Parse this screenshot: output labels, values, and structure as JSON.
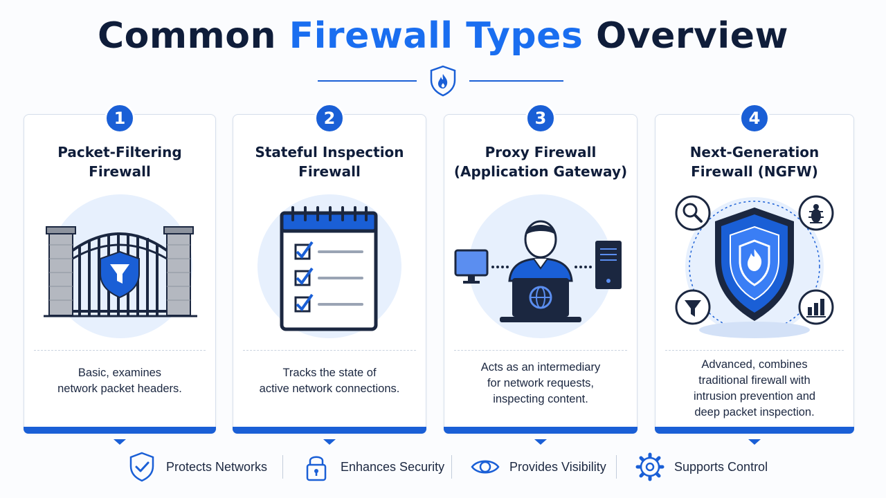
{
  "header": {
    "title_part1": "Common ",
    "title_accent": "Firewall Types",
    "title_part3": " Overview"
  },
  "colors": {
    "accent": "#1a6ef0",
    "brand_blue": "#1a5fd6",
    "navy": "#0f1d3a"
  },
  "cards": [
    {
      "number": "1",
      "title_line1": "Packet-Filtering",
      "title_line2": "Firewall",
      "desc_lines": [
        "Basic, examines",
        "network packet headers."
      ],
      "icon": "gate-with-funnel-shield-icon"
    },
    {
      "number": "2",
      "title_line1": "Stateful Inspection",
      "title_line2": "Firewall",
      "desc_lines": [
        "Tracks the state of",
        "active network connections."
      ],
      "icon": "checklist-notepad-icon"
    },
    {
      "number": "3",
      "title_line1": "Proxy Firewall",
      "title_line2": "(Application Gateway)",
      "desc_lines": [
        "Acts as an intermediary",
        "for network requests,",
        "inspecting content."
      ],
      "icon": "proxy-user-laptop-icon"
    },
    {
      "number": "4",
      "title_line1": "Next-Generation",
      "title_line2": "Firewall (NGFW)",
      "desc_lines": [
        "Advanced, combines",
        "traditional firewall with",
        "intrusion prevention and",
        "deep packet inspection."
      ],
      "icon": "ngfw-shield-icon"
    }
  ],
  "footer": [
    {
      "label": "Protects Networks",
      "icon": "shield-check-icon"
    },
    {
      "label": "Enhances Security",
      "icon": "lock-icon"
    },
    {
      "label": "Provides Visibility",
      "icon": "eye-icon"
    },
    {
      "label": "Supports Control",
      "icon": "gear-icon"
    }
  ]
}
